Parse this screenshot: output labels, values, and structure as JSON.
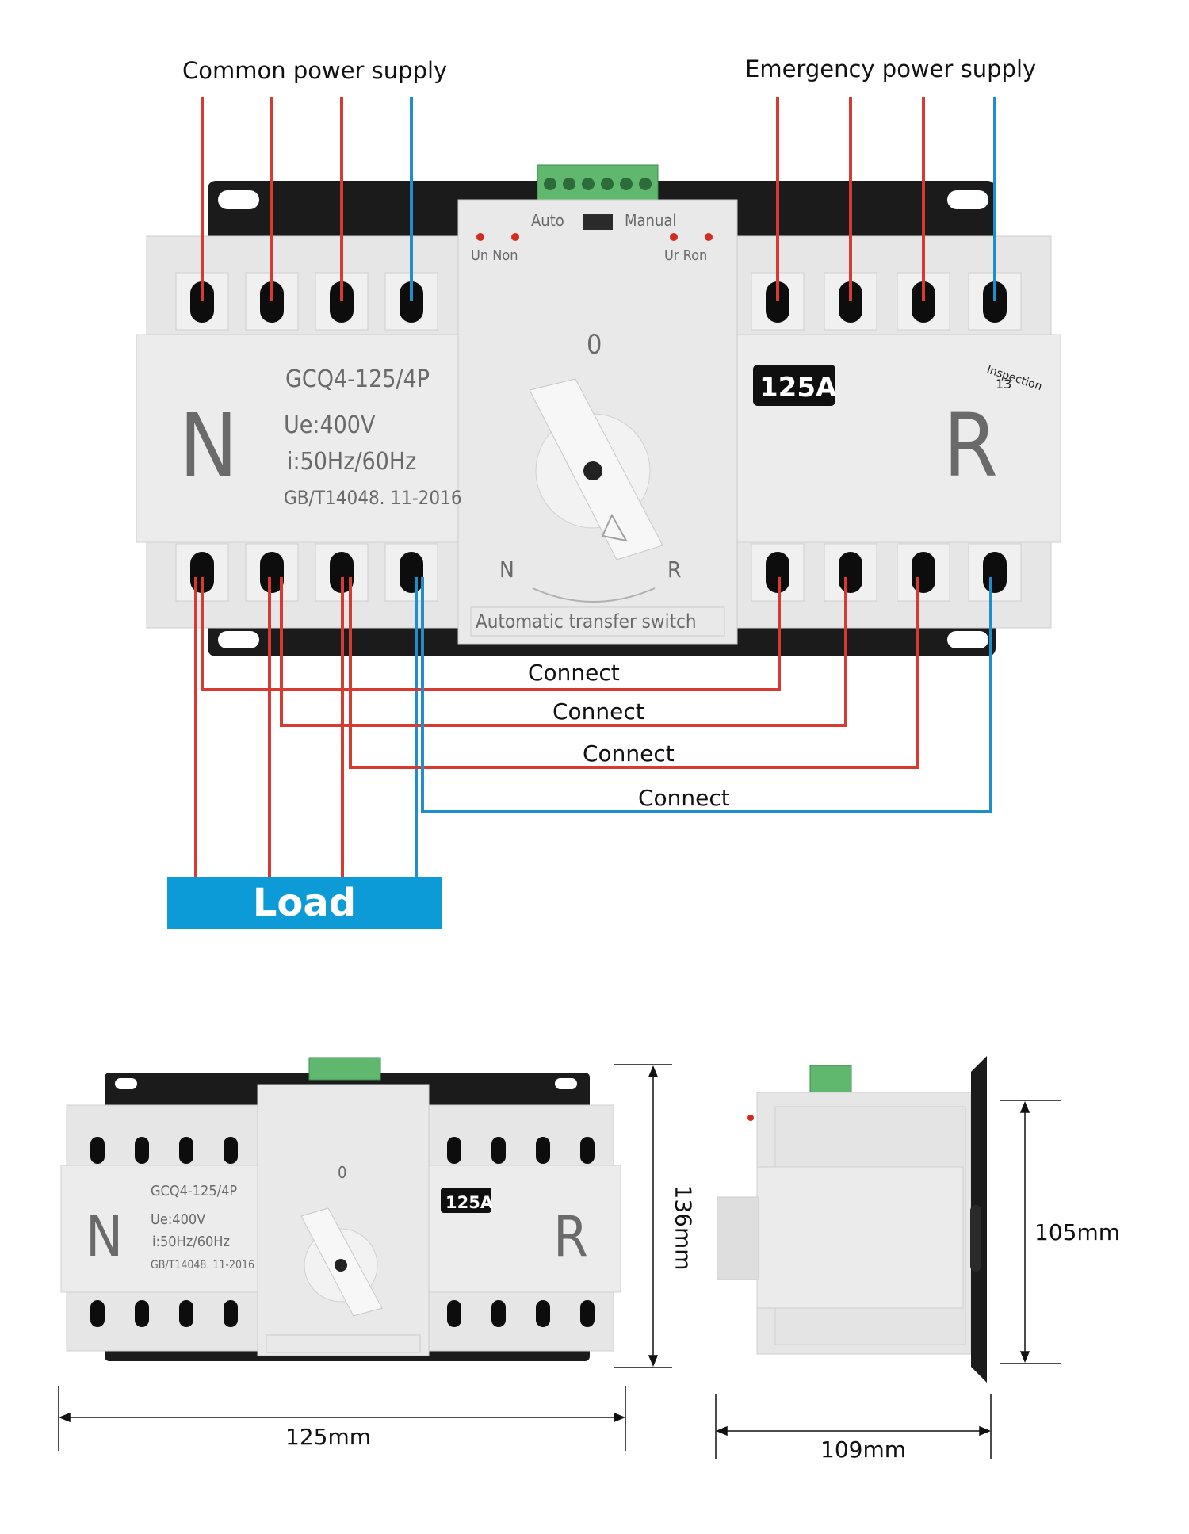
{
  "top_labels": {
    "common": "Common power supply",
    "emergency": "Emergency power supply"
  },
  "connections": [
    "Connect",
    "Connect",
    "Connect",
    "Connect"
  ],
  "load": "Load",
  "device": {
    "model": "GCQ4-125/4P",
    "ue": "Ue:400V",
    "freq": "i:50Hz/60Hz",
    "standard": "GB/T14048. 11-2016",
    "rating": "125A",
    "inspection": "Inspection",
    "inspection_no": "13",
    "side_n": "N",
    "side_r": "R",
    "pos_0": "0",
    "footer": "Automatic transfer switch",
    "auto": "Auto",
    "manual": "Manual",
    "led_left": "Un  Non",
    "led_right": "Ur  Ron"
  },
  "dimensions": {
    "height": "136mm",
    "width": "125mm",
    "depth": "109mm",
    "side_height": "105mm"
  },
  "colors": {
    "phase": "#d63a30",
    "neutral": "#1e8fcc",
    "load_bg": "#0c9bd6"
  }
}
